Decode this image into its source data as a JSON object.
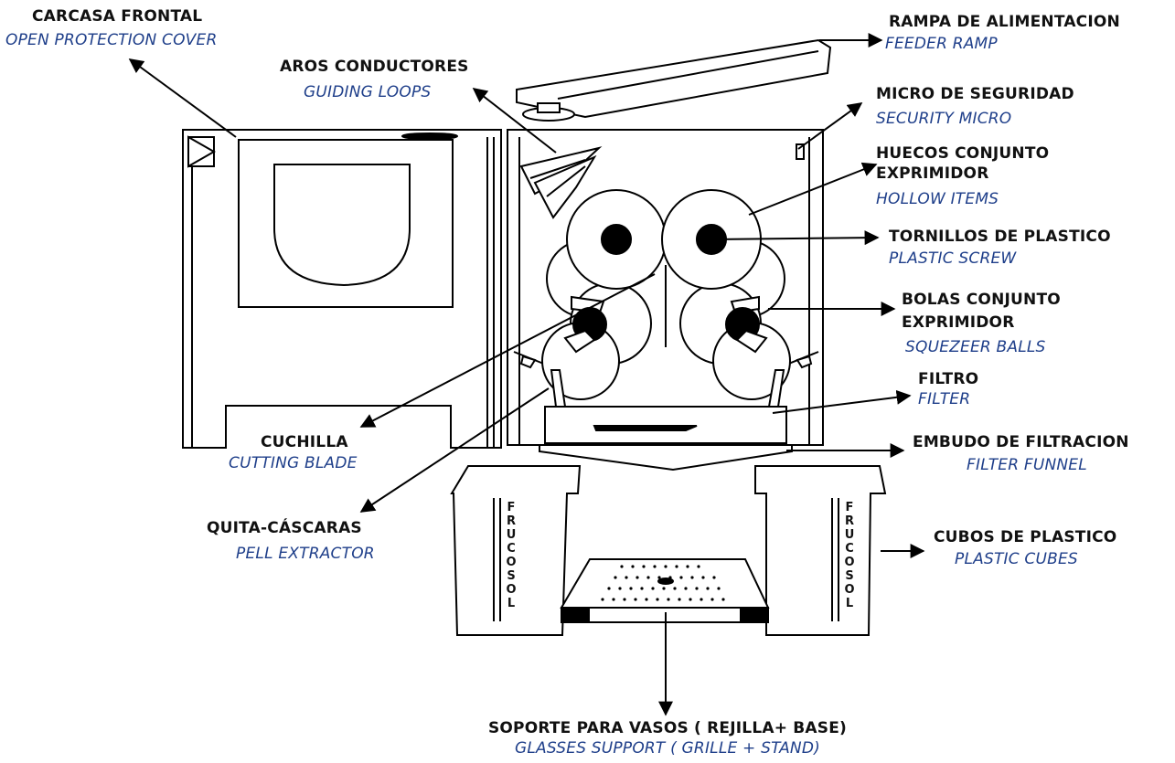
{
  "labels": {
    "front_cover": {
      "es": "CARCASA FRONTAL",
      "en": "OPEN PROTECTION COVER"
    },
    "guiding_loops": {
      "es": "AROS CONDUCTORES",
      "en": "GUIDING LOOPS"
    },
    "feeder_ramp": {
      "es": "RAMPA DE ALIMENTACION",
      "en": "FEEDER RAMP"
    },
    "security_micro": {
      "es": "MICRO DE SEGURIDAD",
      "en": "SECURITY MICRO"
    },
    "hollow_items": {
      "es_line1": "HUECOS CONJUNTO",
      "es_line2": "EXPRIMIDOR",
      "en": "HOLLOW ITEMS"
    },
    "plastic_screw": {
      "es": "TORNILLOS DE PLASTICO",
      "en": "PLASTIC SCREW"
    },
    "squeezer_balls": {
      "es_line1": "BOLAS CONJUNTO",
      "es_line2": "EXPRIMIDOR",
      "en": "SQUEZEER BALLS"
    },
    "filter": {
      "es": "FILTRO",
      "en": "FILTER"
    },
    "filter_funnel": {
      "es": "EMBUDO DE FILTRACION",
      "en": "FILTER FUNNEL"
    },
    "cutting_blade": {
      "es": "CUCHILLA",
      "en": "CUTTING BLADE"
    },
    "peel_extractor": {
      "es": "QUITA-CÁSCARAS",
      "en": "PELL EXTRACTOR"
    },
    "plastic_cubes": {
      "es": "CUBOS DE PLASTICO",
      "en": "PLASTIC CUBES"
    },
    "glasses_support": {
      "es": "SOPORTE PARA VASOS ( REJILLA+ BASE)",
      "en": "GLASSES SUPPORT ( GRILLE + STAND)"
    }
  },
  "bin_brand": "FRUCOSOL",
  "colors": {
    "label_es": "#111111",
    "label_en": "#1f3f8a",
    "line": "#000000"
  }
}
